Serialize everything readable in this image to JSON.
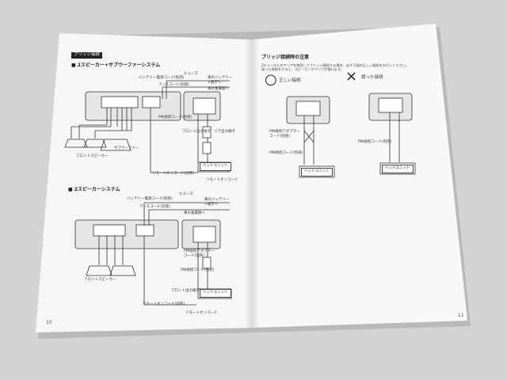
{
  "left_page": {
    "tag": "ブリッジ接続",
    "section1_title": "■ 2スピーカー+サブウーファーシステム",
    "section2_title": "■ 2スピーカーシステム",
    "labels": {
      "battery_cord": "バッテリー電源コード(別売)",
      "fuse": "ヒューズ",
      "car_battery": "車のバッテリー",
      "plus_terminal": "+端子へ",
      "ground_cord": "アースコード(別売)",
      "chassis": "車の金属部へ",
      "pin_adapter": "PIN接続アダプター",
      "cord_sold": "コード(別売)",
      "pin_cord": "PIN接続コード(別売)",
      "front_out": "フロント出力端子",
      "rear_out": "リア出力端子",
      "head_unit": "ヘッドユニット",
      "remote_on": "リモートオンコード(別売)",
      "remote": "リモートオンコード",
      "subwoofer": "サブウーファー",
      "front_speaker": "フロントスピーカー"
    },
    "page_number": "10"
  },
  "right_page": {
    "title": "ブリッジ接続時の注意",
    "note": "2チャンネルのアンプを使用してブリッジ接続する場合、必ず下図の正しい接続をお行いください。誤った接続をすると、スピーカーやアンプが壊れます。",
    "correct_label": "正しい接続",
    "wrong_label": "誤った接続",
    "correct_mark": "○",
    "wrong_mark": "×",
    "pin_adapter": "PIN接続アダプター",
    "cord_sold": "コード(別売)",
    "pin_cord": "PIN接続コード(別売)",
    "head_unit": "ヘッドユニット",
    "page_number": "11"
  },
  "colors": {
    "background": "#d4d3d1",
    "paper": "#f7f7f5",
    "ink": "#222222"
  }
}
